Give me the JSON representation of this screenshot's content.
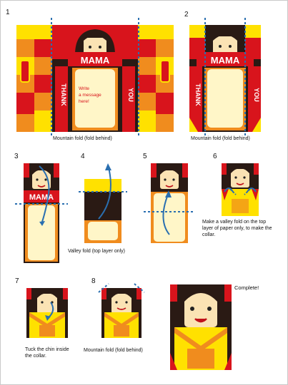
{
  "steps": [
    {
      "number": "1",
      "caption": "Mountain fold (fold behind)"
    },
    {
      "number": "2",
      "caption": "Mountain fold (fold behind)"
    },
    {
      "number": "3",
      "caption": ""
    },
    {
      "number": "4",
      "caption": "Valley fold (top layer only)"
    },
    {
      "number": "5",
      "caption": ""
    },
    {
      "number": "6",
      "caption": "Make a valley fold on the top layer of paper only, to make the collar."
    },
    {
      "number": "7",
      "caption": "Tuck the chin inside the collar."
    },
    {
      "number": "8",
      "caption": "Mountain fold (fold behind)"
    }
  ],
  "complete_label": "Complete!",
  "card": {
    "mama": "MAMA",
    "thank": "THANK",
    "you": "YOU",
    "message": "Write a message here!"
  },
  "colors": {
    "red": "#d8141c",
    "orange": "#f08c1e",
    "yellow": "#ffe100",
    "hair": "#2a1a14",
    "skin": "#fbe3b4",
    "cream": "#fff6c8",
    "fold_line": "#2a6fb0"
  }
}
